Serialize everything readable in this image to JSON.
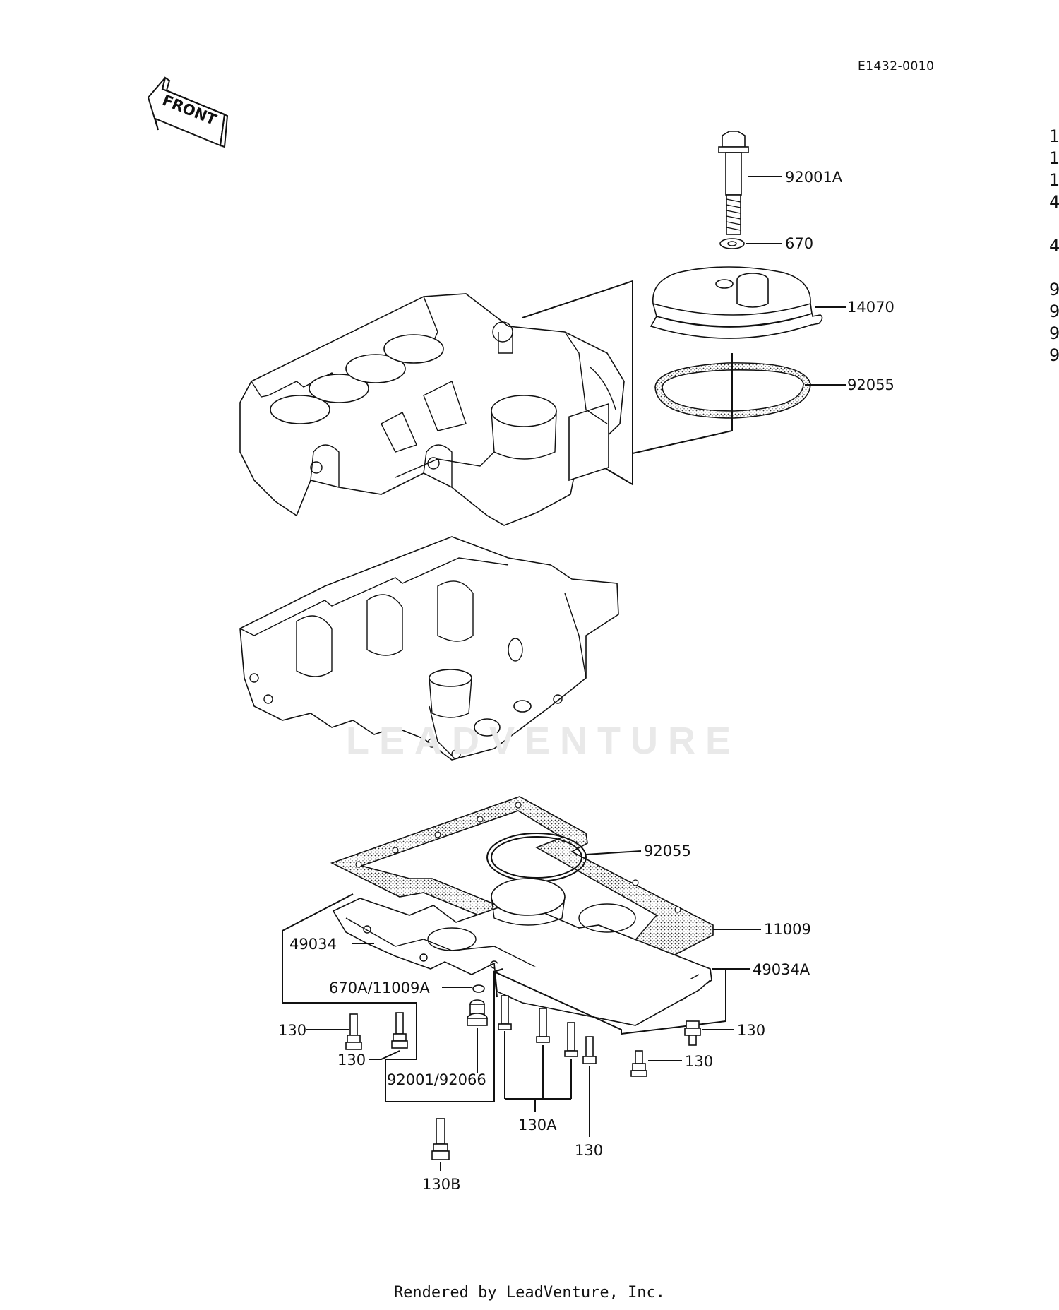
{
  "diagram_code": "E1432-0010",
  "front_label": "FRONT",
  "watermark": "LEADVENTURE",
  "footer": "Rendered by LeadVenture, Inc.",
  "callouts": {
    "c92001A": "92001A",
    "c670": "670",
    "c14070": "14070",
    "c92055_top": "92055",
    "c92055_mid": "92055",
    "c11009": "11009",
    "c49034": "49034",
    "c49034A": "49034A",
    "c670A_11009A": "670A/11009A",
    "c130_a": "130",
    "c130_b": "130",
    "c130_c": "130",
    "c130_d": "130",
    "c130_e": "130",
    "c92001_92066": "92001/92066",
    "c130A": "130A",
    "c130B": "130B"
  },
  "side_chars": [
    "1",
    "1",
    "1",
    "4",
    "4",
    "9",
    "9",
    "9",
    "9"
  ]
}
